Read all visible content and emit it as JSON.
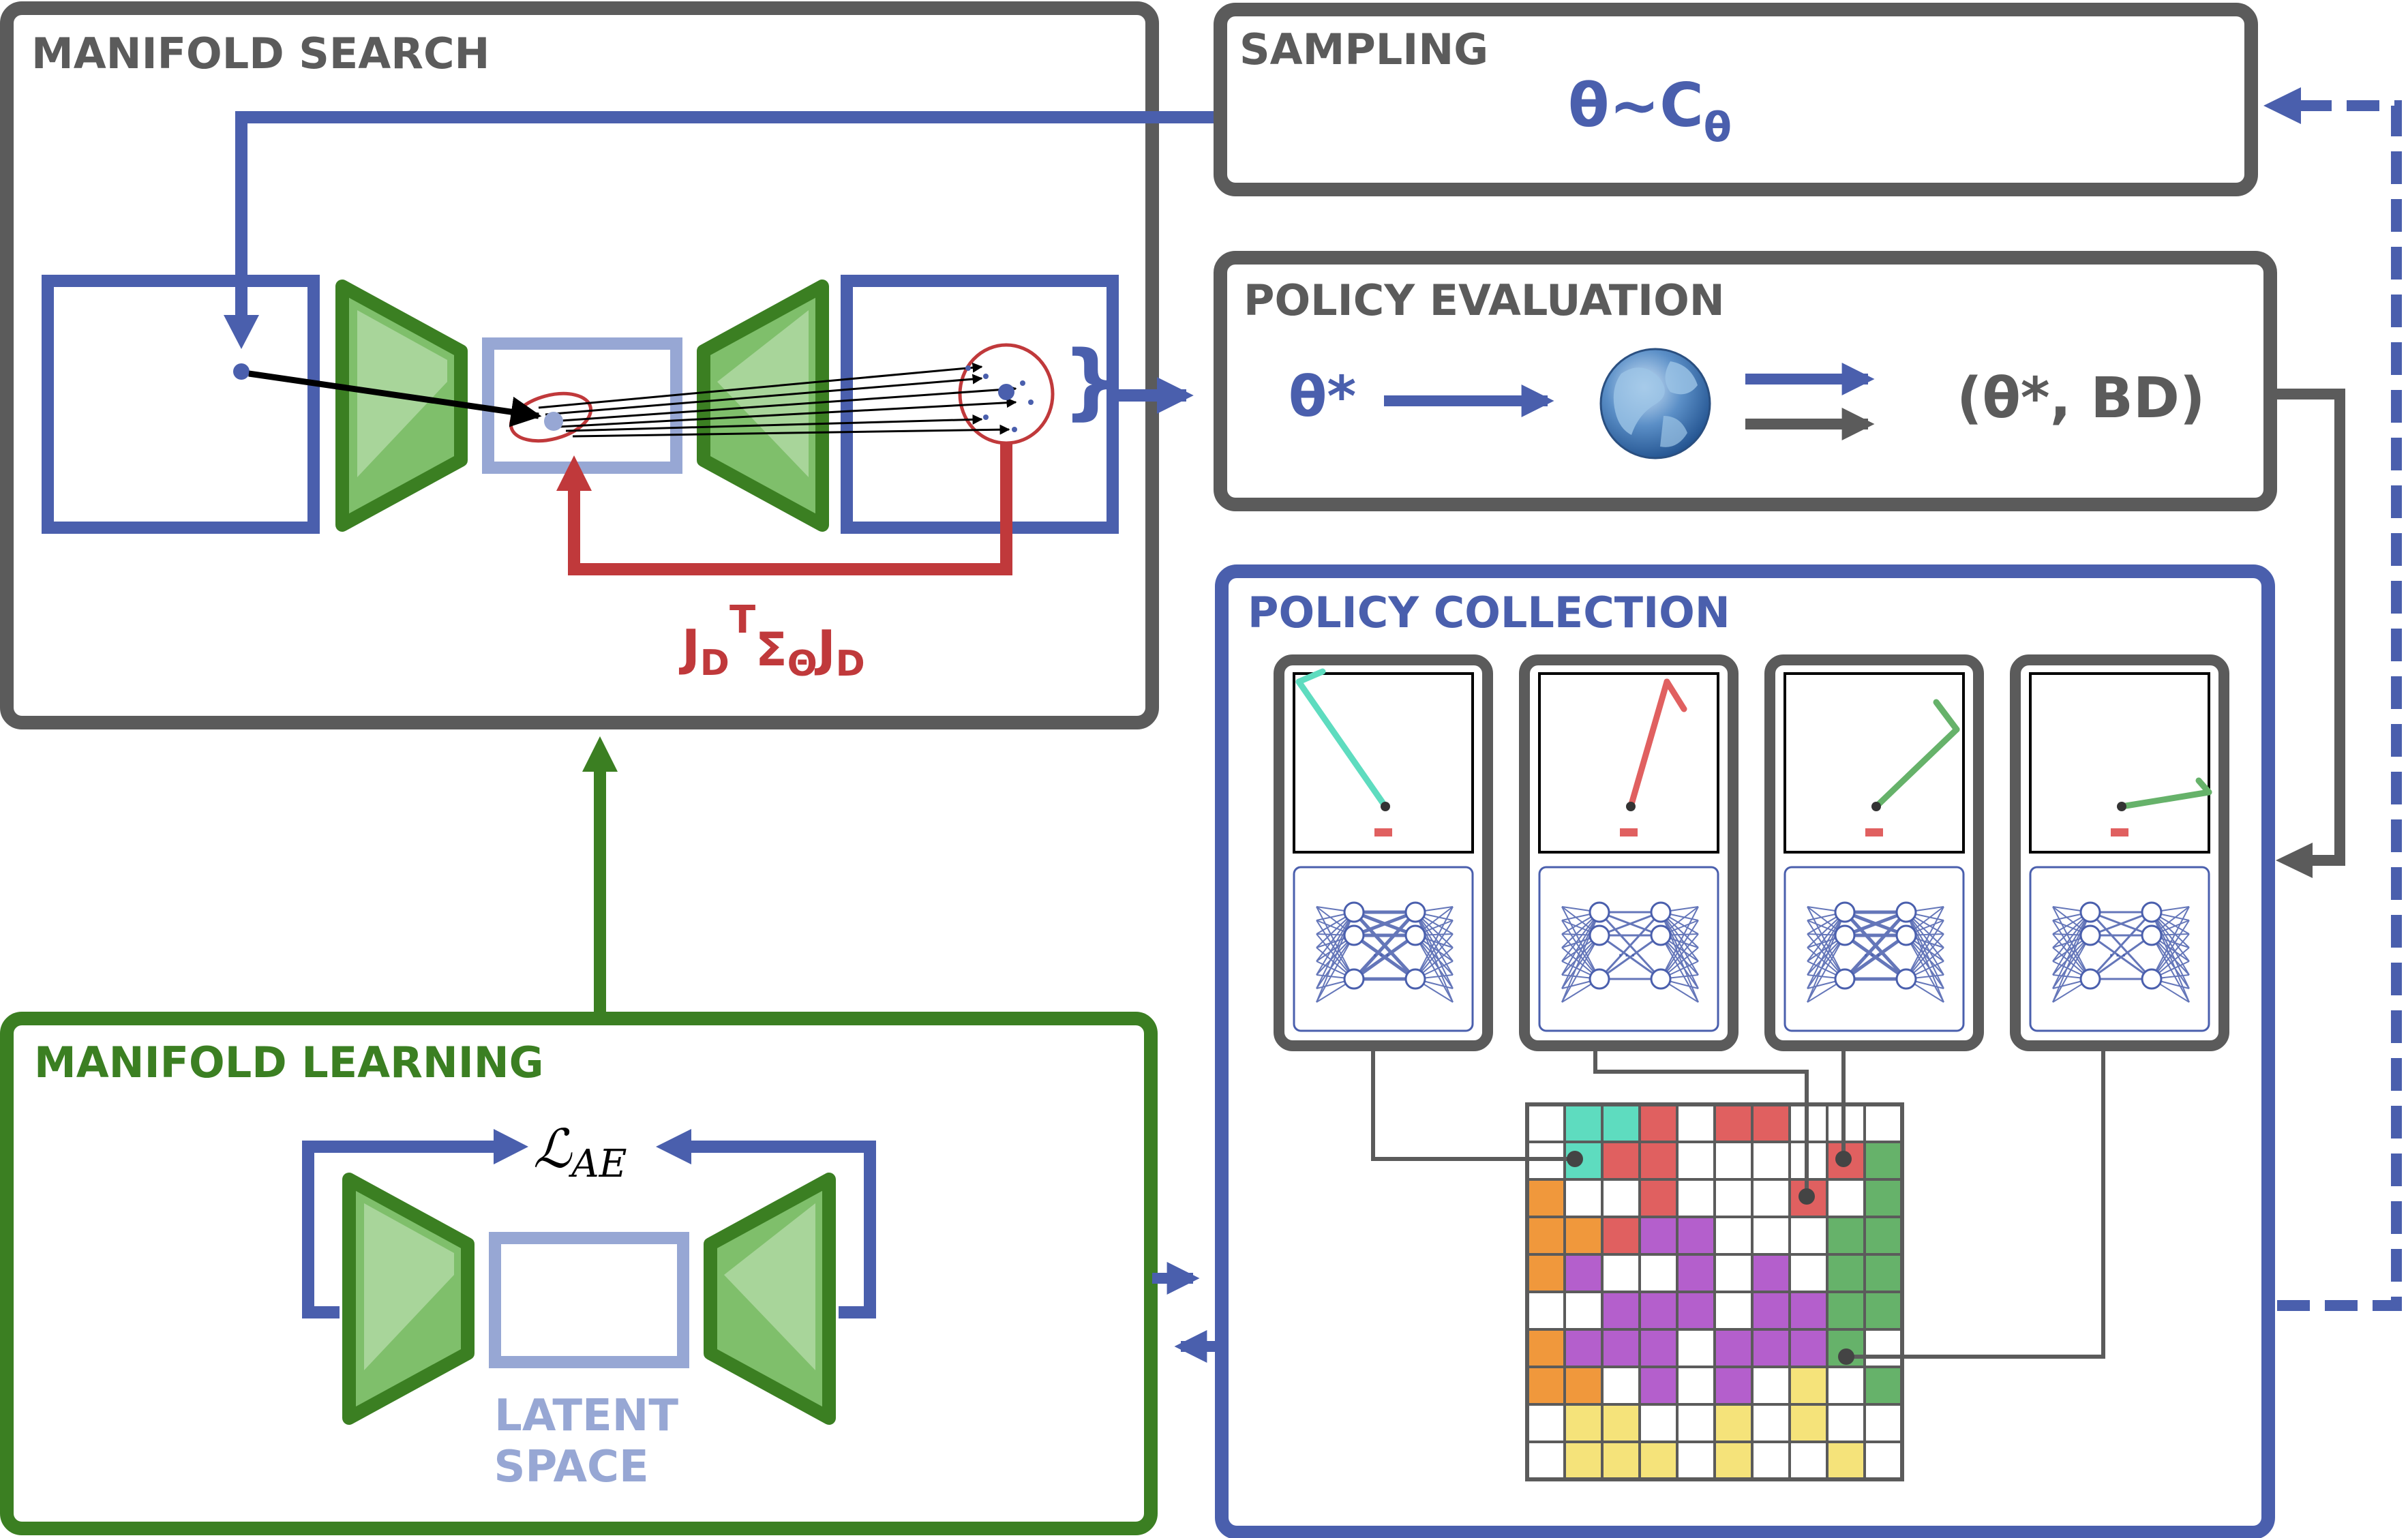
{
  "colors": {
    "gray": "#5b5b5b",
    "blue": "#4a5fad",
    "green": "#3b7f22",
    "red": "#c0393b",
    "latent": "#97a7d4",
    "teal": "#5edcbf",
    "cellRed": "#e06060",
    "cellGreen": "#66b26a",
    "cellOrange": "#f0983c",
    "cellPurple": "#b45fcc",
    "cellYellow": "#f5e37a"
  },
  "panels": {
    "manifold_search": {
      "title": "MANIFOLD SEARCH",
      "jacobian": "J",
      "jac_sub": "D",
      "jac_sup": "T",
      "sigma": "Σ",
      "theta_sub": "Θ"
    },
    "sampling": {
      "title": "SAMPLING",
      "formula": "θ~C",
      "formula_sub": "θ"
    },
    "policy_evaluation": {
      "title": "POLICY EVALUATION",
      "theta_star": "θ*",
      "output": "(θ*, BD)"
    },
    "policy_collection": {
      "title": "POLICY COLLECTION"
    },
    "manifold_learning": {
      "title": "MANIFOLD LEARNING",
      "loss": "ℒ",
      "loss_sub": "AE",
      "latent_line1": "LATENT",
      "latent_line2": "SPACE"
    }
  },
  "grid": {
    "rows": 10,
    "cols": 10,
    "cells": [
      "WTTRWRRWWW",
      "WTRRWWWWRG",
      "OWWRWWWRWG",
      "OORPPWWWGG",
      "OPWWPWPWGG",
      "WWPPPWPPGG",
      "OPPPWPPPGW",
      "OOWPWPWYWG",
      "WYYWWYWYWW",
      "WYYYWYWWYW"
    ]
  }
}
